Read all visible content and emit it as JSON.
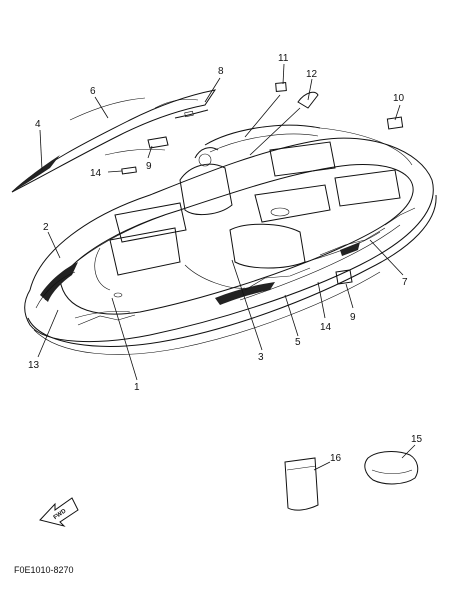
{
  "callouts": [
    "1",
    "2",
    "3",
    "4",
    "5",
    "6",
    "7",
    "8",
    "9",
    "10",
    "11",
    "12",
    "13",
    "14",
    "15",
    "16"
  ],
  "extra_callouts": {
    "nine_left": "9",
    "fourteen_left": "14"
  },
  "fwd_label": "FWD",
  "diagram_code": "F0E1010-8270"
}
